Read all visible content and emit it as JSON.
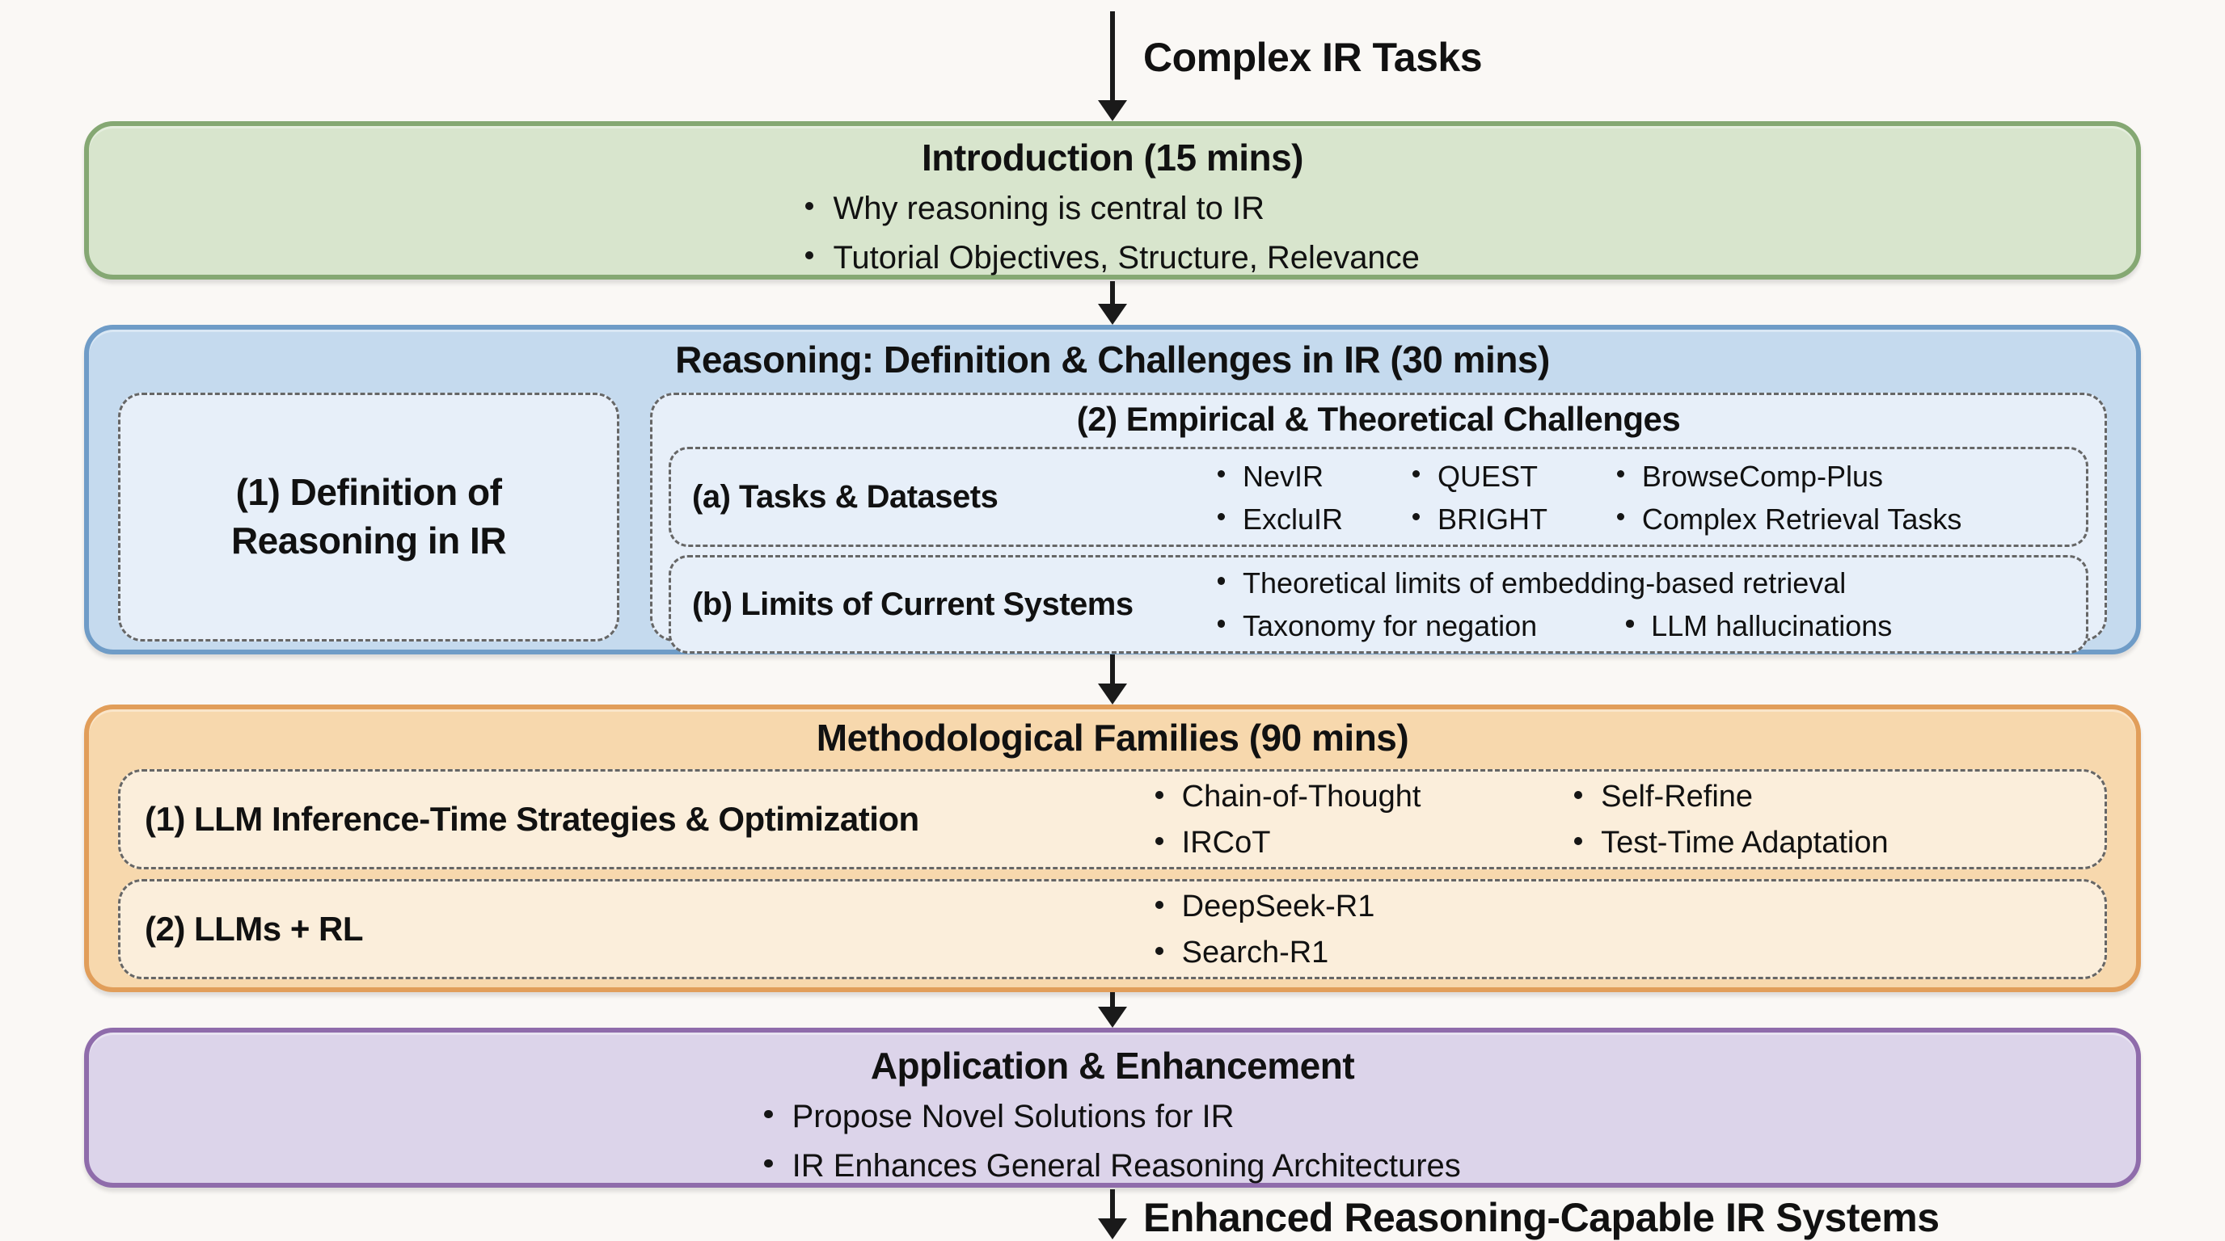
{
  "colors": {
    "background": "#faf8f5",
    "text": "#111111",
    "arrow": "#1a1a1a",
    "green_fill": "#d8e5cd",
    "green_border": "#85a873",
    "blue_fill": "#c5daee",
    "blue_border": "#6f9cc7",
    "blue_inner_fill": "#e7eff9",
    "orange_fill": "#f7d8ad",
    "orange_border": "#e19e5a",
    "orange_inner_fill": "#fbeedb",
    "purple_fill": "#dcd4ea",
    "purple_border": "#8f6cab",
    "dashed_border": "#666666"
  },
  "flow": {
    "input_label": "Complex IR Tasks",
    "output_label": "Enhanced Reasoning-Capable IR Systems"
  },
  "sections": {
    "intro": {
      "title": "Introduction (15 mins)",
      "bullets": [
        "Why reasoning is central to IR",
        "Tutorial Objectives, Structure, Relevance"
      ]
    },
    "reasoning": {
      "title": "Reasoning: Definition & Challenges in IR (30 mins)",
      "definition_lines": [
        "(1) Definition of",
        "Reasoning in IR"
      ],
      "challenges": {
        "title": "(2) Empirical & Theoretical Challenges",
        "tasks": {
          "label": "(a) Tasks & Datasets",
          "columns": [
            [
              "NevIR",
              "ExcluIR"
            ],
            [
              "QUEST",
              "BRIGHT"
            ],
            [
              "BrowseComp-Plus",
              "Complex Retrieval Tasks"
            ]
          ]
        },
        "limits": {
          "label": "(b) Limits of Current Systems",
          "row1": [
            "Theoretical limits of embedding-based retrieval"
          ],
          "row2": [
            "Taxonomy for negation",
            "LLM hallucinations"
          ]
        }
      }
    },
    "methods": {
      "title": "Methodological Families (90 mins)",
      "row1": {
        "label": "(1) LLM Inference-Time Strategies & Optimization",
        "columns": [
          [
            "Chain-of-Thought",
            "IRCoT"
          ],
          [
            "Self-Refine",
            "Test-Time Adaptation"
          ]
        ]
      },
      "row2": {
        "label": "(2) LLMs + RL",
        "columns": [
          [
            "DeepSeek-R1",
            "Search-R1"
          ]
        ]
      }
    },
    "application": {
      "title": "Application & Enhancement",
      "bullets": [
        "Propose Novel Solutions for IR",
        "IR Enhances General Reasoning Architectures"
      ]
    }
  }
}
